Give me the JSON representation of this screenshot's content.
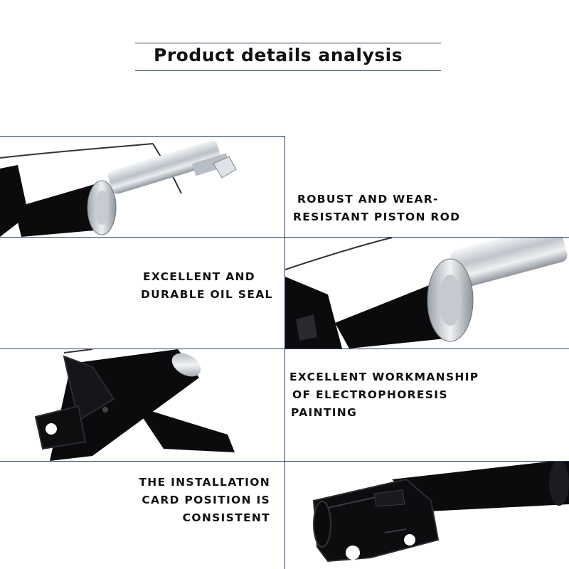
{
  "title": "Product details analysis",
  "features": [
    {
      "lines": [
        "ROBUST AND WEAR-",
        "RESISTANT PISTON ROD"
      ]
    },
    {
      "lines": [
        "EXCELLENT AND",
        "DURABLE OIL SEAL"
      ]
    },
    {
      "lines": [
        "EXCELLENT WORKMANSHIP",
        "OF ELECTROPHORESIS",
        "PAINTING"
      ]
    },
    {
      "lines": [
        "THE INSTALLATION",
        "CARD POSITION IS",
        "CONSISTENT"
      ]
    }
  ],
  "colors": {
    "rule": "#2a3f6a",
    "text": "#111111",
    "part_black": "#0b0b0d",
    "chrome": "#c9ced4"
  }
}
